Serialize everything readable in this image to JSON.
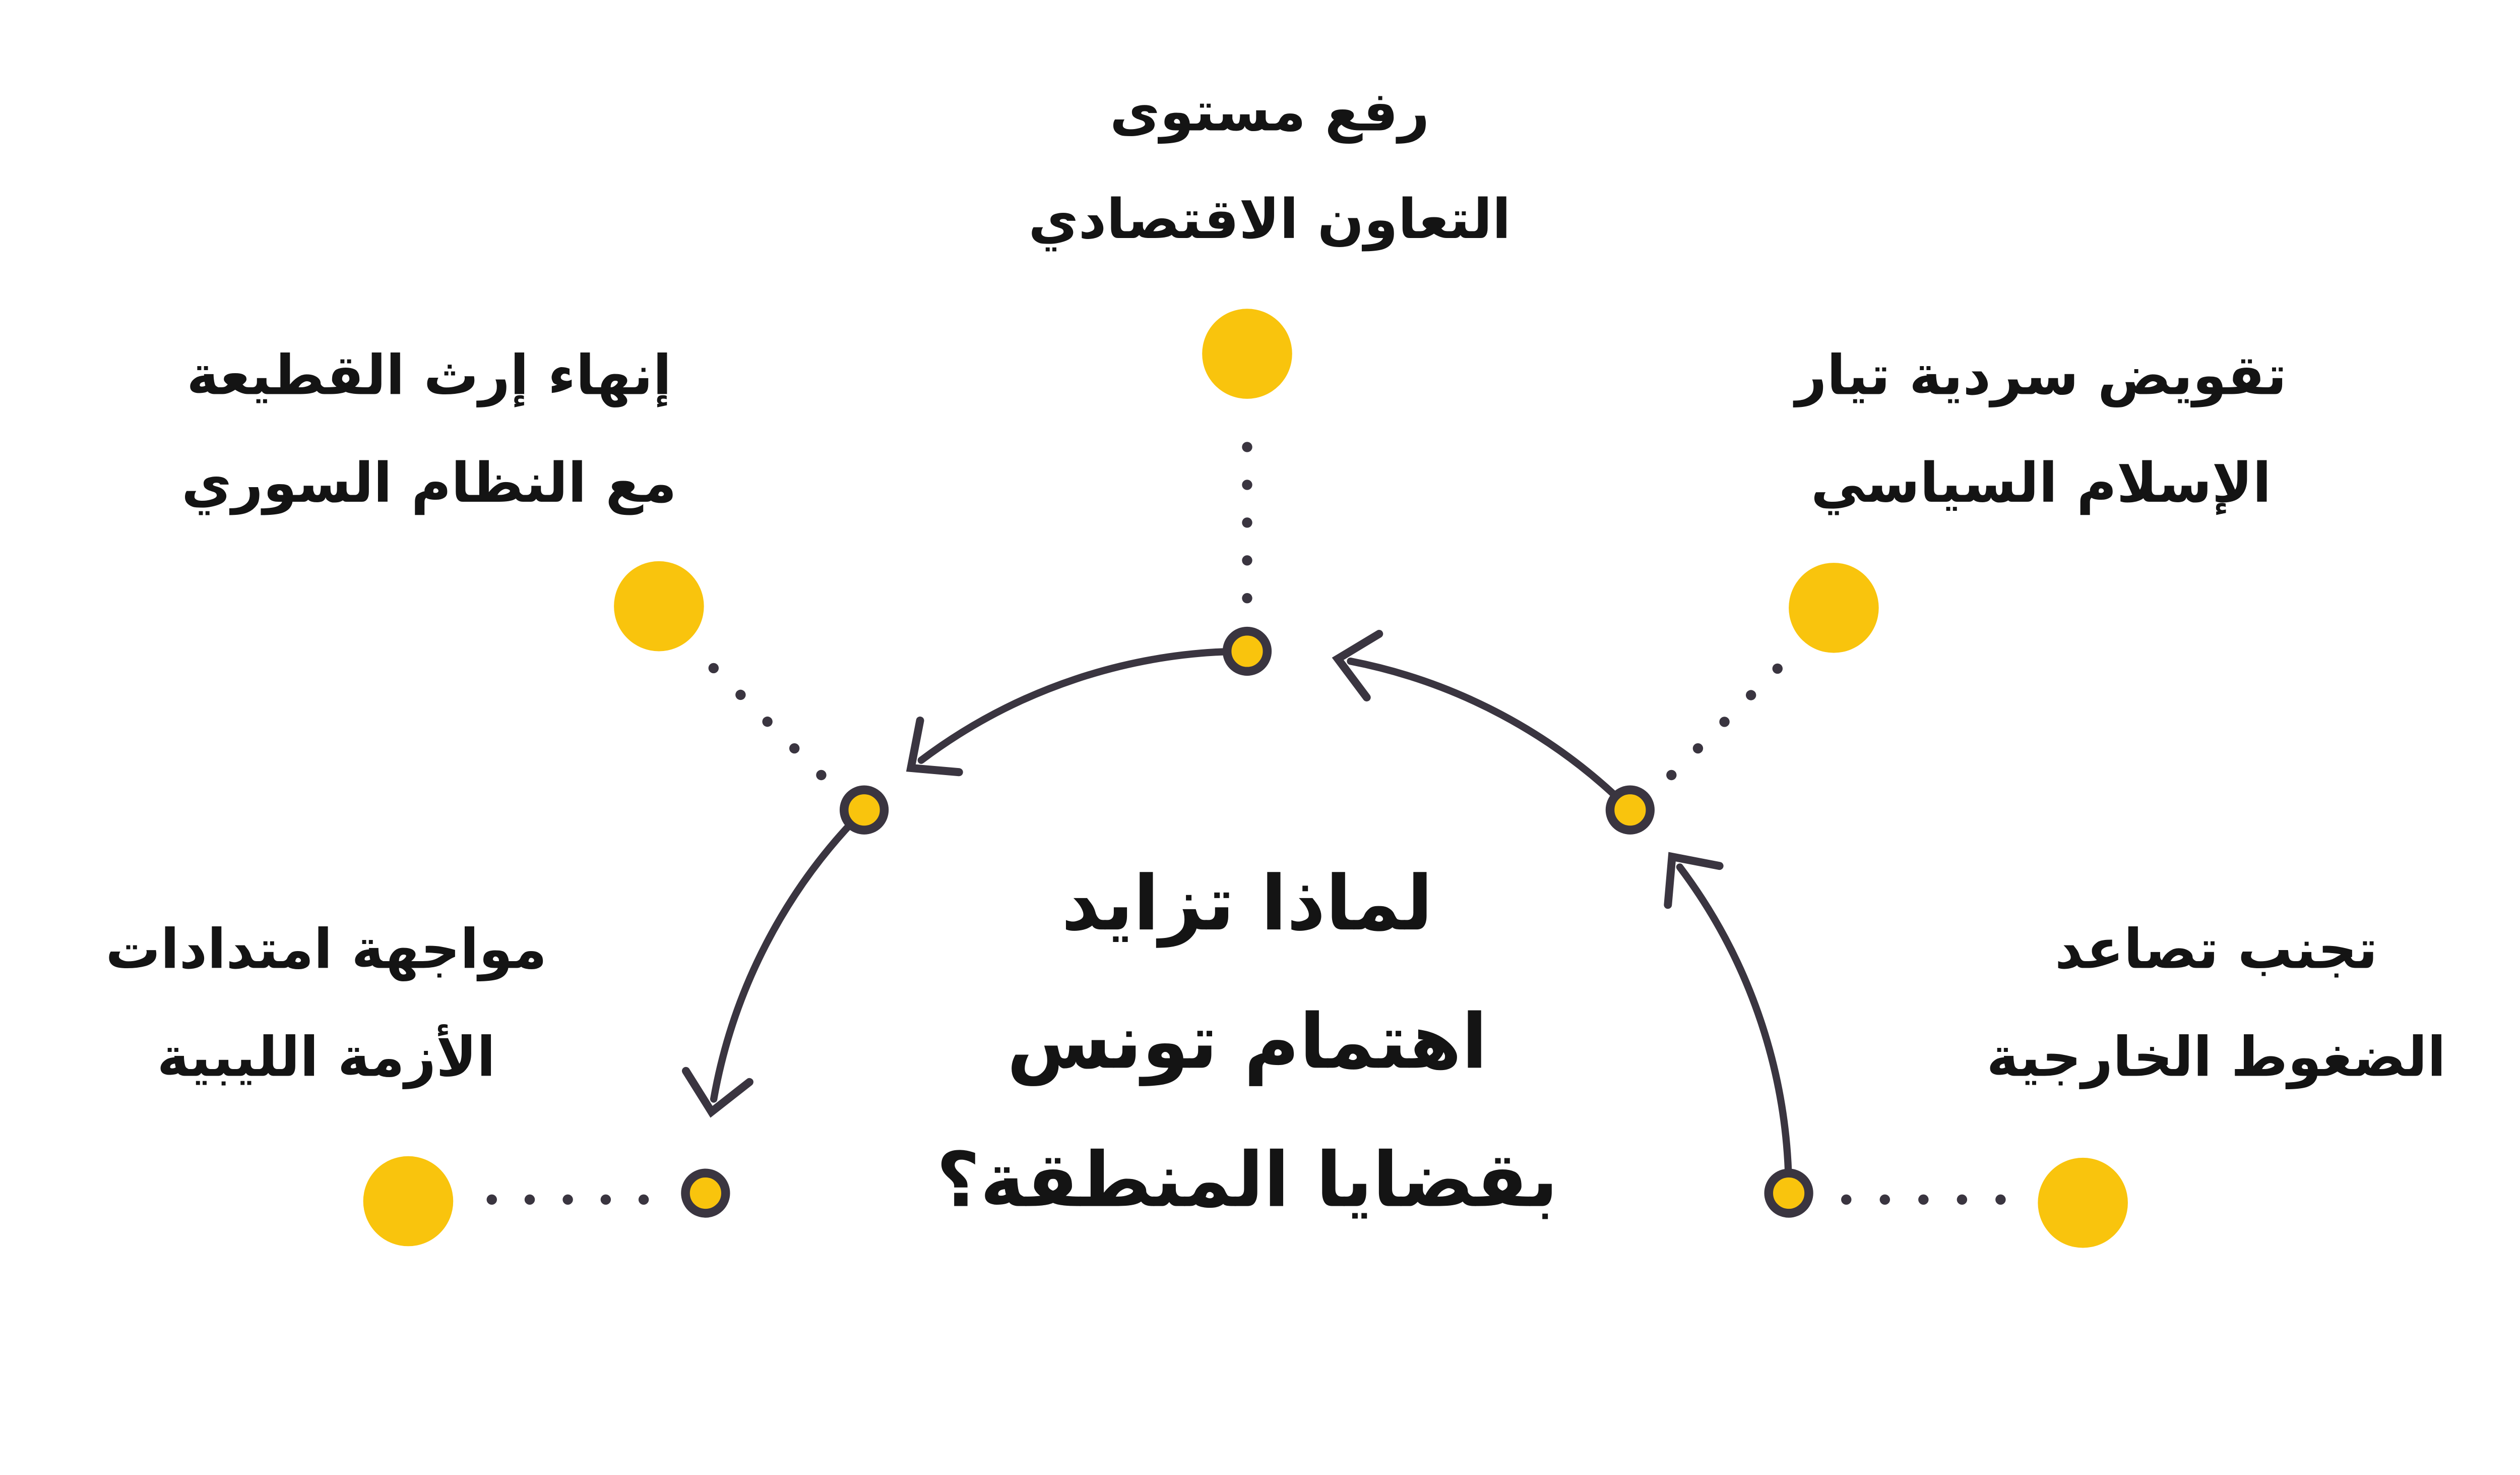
{
  "title": {
    "line1": "لماذا تزايد",
    "line2": "اهتمام تونس",
    "line3": "بقضايا المنطقة؟"
  },
  "topics": {
    "top": {
      "line1": "رفع مستوى",
      "line2": "التعاون الاقتصادي"
    },
    "top_left": {
      "line1": "إنهاء إرث القطيعة",
      "line2": "مع النظام السوري"
    },
    "top_right": {
      "line1": "تقويض سردية تيار",
      "line2": "الإسلام السياسي"
    },
    "bottom_left": {
      "line1": "مواجهة امتدادات",
      "line2": "الأزمة الليبية"
    },
    "bottom_right": {
      "line1": "تجنب تصاعد",
      "line2": "الضغوط الخارجية"
    }
  },
  "icons": {
    "arrow_style": "open-chevron-arrowhead",
    "connector_style": "dotted-line"
  },
  "colors": {
    "accent": "#F9C40D",
    "line": "#3A3540",
    "text": "#141414",
    "background": "#FFFFFF"
  }
}
